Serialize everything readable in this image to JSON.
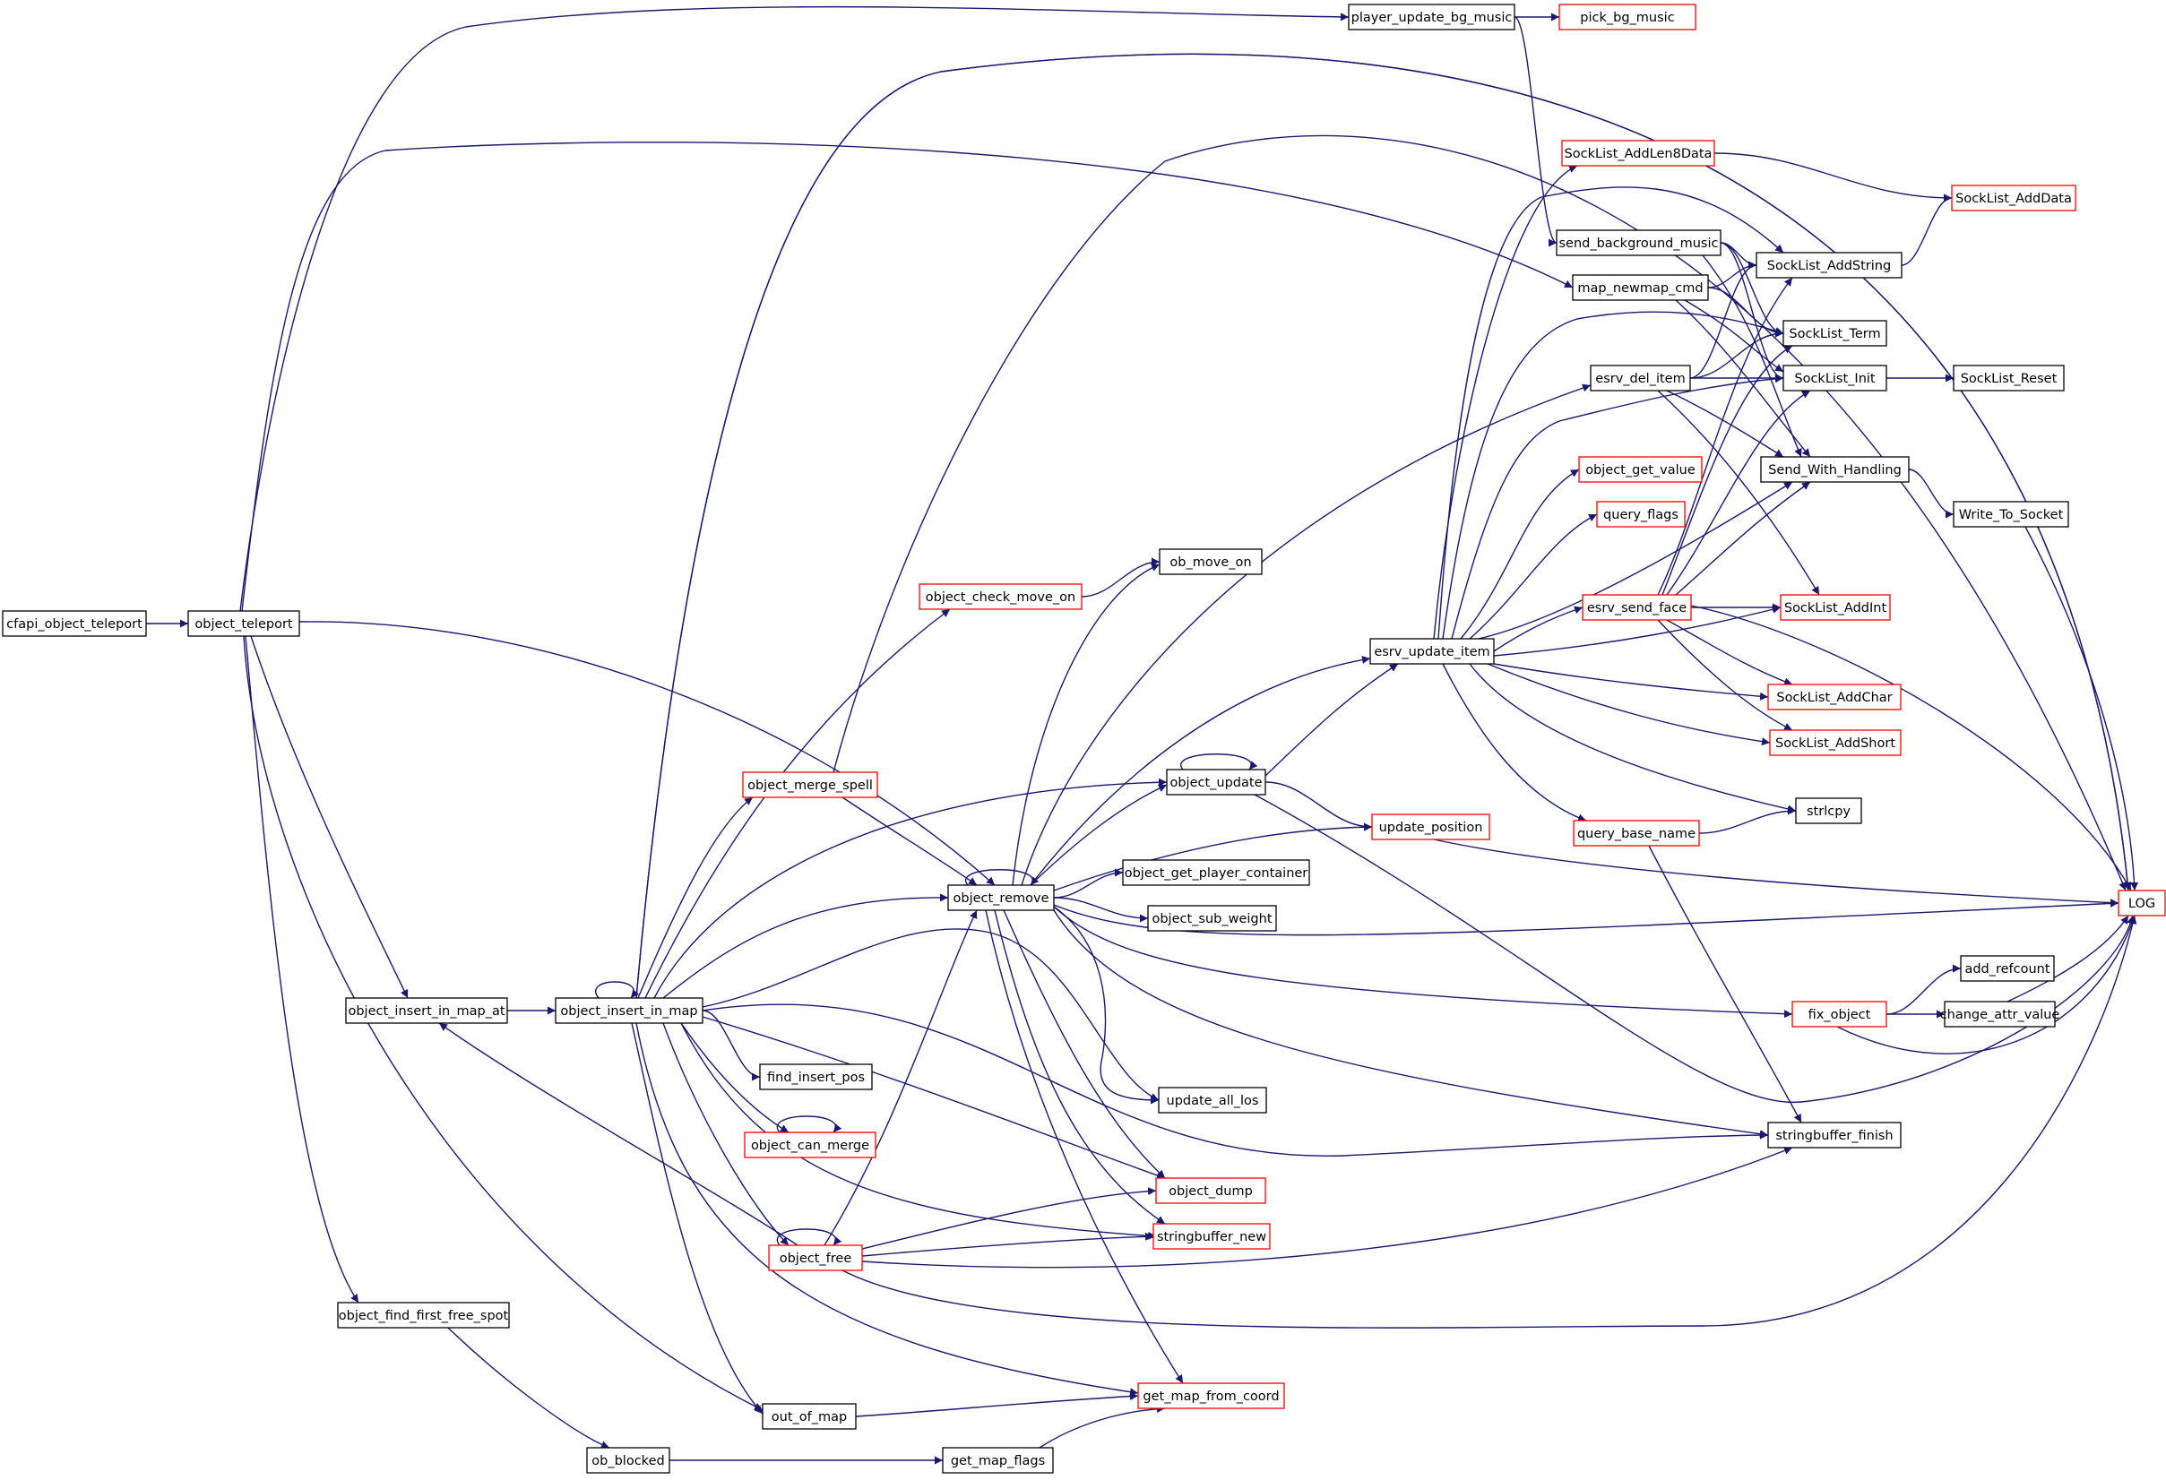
{
  "graph": {
    "colors": {
      "edge": "#191970",
      "root_fill": "#bfbfbf",
      "default_border": "#000000",
      "truncated_border": "#ff0000"
    },
    "nodes": [
      {
        "id": "n0",
        "label": "cfapi_object_teleport",
        "style": "root"
      },
      {
        "id": "n1",
        "label": "object_teleport",
        "style": "normal"
      },
      {
        "id": "n2",
        "label": "player_update_bg_music",
        "style": "normal"
      },
      {
        "id": "n3",
        "label": "pick_bg_music",
        "style": "truncated"
      },
      {
        "id": "n4",
        "label": "LOG",
        "style": "truncated"
      },
      {
        "id": "n5",
        "label": "SockList_AddLen8Data",
        "style": "truncated"
      },
      {
        "id": "n6",
        "label": "SockList_AddData",
        "style": "truncated"
      },
      {
        "id": "n7",
        "label": "send_background_music",
        "style": "normal"
      },
      {
        "id": "n8",
        "label": "SockList_AddString",
        "style": "normal"
      },
      {
        "id": "n9",
        "label": "map_newmap_cmd",
        "style": "normal"
      },
      {
        "id": "n10",
        "label": "SockList_Term",
        "style": "normal"
      },
      {
        "id": "n11",
        "label": "esrv_del_item",
        "style": "normal"
      },
      {
        "id": "n12",
        "label": "SockList_Init",
        "style": "normal"
      },
      {
        "id": "n13",
        "label": "SockList_Reset",
        "style": "normal"
      },
      {
        "id": "n14",
        "label": "object_get_value",
        "style": "truncated"
      },
      {
        "id": "n15",
        "label": "Send_With_Handling",
        "style": "normal"
      },
      {
        "id": "n16",
        "label": "query_flags",
        "style": "truncated"
      },
      {
        "id": "n17",
        "label": "Write_To_Socket",
        "style": "normal"
      },
      {
        "id": "n18",
        "label": "object_check_move_on",
        "style": "truncated"
      },
      {
        "id": "n19",
        "label": "ob_move_on",
        "style": "normal"
      },
      {
        "id": "n20",
        "label": "esrv_send_face",
        "style": "truncated"
      },
      {
        "id": "n21",
        "label": "SockList_AddInt",
        "style": "truncated"
      },
      {
        "id": "n22",
        "label": "esrv_update_item",
        "style": "normal"
      },
      {
        "id": "n23",
        "label": "SockList_AddChar",
        "style": "truncated"
      },
      {
        "id": "n24",
        "label": "SockList_AddShort",
        "style": "truncated"
      },
      {
        "id": "n25",
        "label": "object_merge_spell",
        "style": "truncated"
      },
      {
        "id": "n26",
        "label": "object_update",
        "style": "normal"
      },
      {
        "id": "n27",
        "label": "strlcpy",
        "style": "normal"
      },
      {
        "id": "n28",
        "label": "update_position",
        "style": "truncated"
      },
      {
        "id": "n29",
        "label": "query_base_name",
        "style": "truncated"
      },
      {
        "id": "n30",
        "label": "object_get_player_container",
        "style": "normal"
      },
      {
        "id": "n31",
        "label": "object_remove",
        "style": "normal"
      },
      {
        "id": "n32",
        "label": "object_sub_weight",
        "style": "normal"
      },
      {
        "id": "n33",
        "label": "add_refcount",
        "style": "normal"
      },
      {
        "id": "n34",
        "label": "object_insert_in_map_at",
        "style": "normal"
      },
      {
        "id": "n35",
        "label": "object_insert_in_map",
        "style": "normal"
      },
      {
        "id": "n36",
        "label": "fix_object",
        "style": "truncated"
      },
      {
        "id": "n37",
        "label": "change_attr_value",
        "style": "normal"
      },
      {
        "id": "n38",
        "label": "find_insert_pos",
        "style": "normal"
      },
      {
        "id": "n39",
        "label": "update_all_los",
        "style": "normal"
      },
      {
        "id": "n40",
        "label": "stringbuffer_finish",
        "style": "normal"
      },
      {
        "id": "n41",
        "label": "object_can_merge",
        "style": "truncated"
      },
      {
        "id": "n42",
        "label": "object_dump",
        "style": "truncated"
      },
      {
        "id": "n43",
        "label": "stringbuffer_new",
        "style": "truncated"
      },
      {
        "id": "n44",
        "label": "object_free",
        "style": "truncated"
      },
      {
        "id": "n45",
        "label": "object_find_first_free_spot",
        "style": "normal"
      },
      {
        "id": "n46",
        "label": "get_map_from_coord",
        "style": "truncated"
      },
      {
        "id": "n47",
        "label": "out_of_map",
        "style": "normal"
      },
      {
        "id": "n48",
        "label": "ob_blocked",
        "style": "normal"
      },
      {
        "id": "n49",
        "label": "get_map_flags",
        "style": "normal"
      }
    ],
    "edges": [
      {
        "from": "n0",
        "to": "n1"
      },
      {
        "from": "n1",
        "to": "n2"
      },
      {
        "from": "n1",
        "to": "n4"
      },
      {
        "from": "n1",
        "to": "n9"
      },
      {
        "from": "n1",
        "to": "n31"
      },
      {
        "from": "n1",
        "to": "n34"
      },
      {
        "from": "n1",
        "to": "n45"
      },
      {
        "from": "n1",
        "to": "n47"
      },
      {
        "from": "n2",
        "to": "n3"
      },
      {
        "from": "n2",
        "to": "n7"
      },
      {
        "from": "n7",
        "to": "n8"
      },
      {
        "from": "n7",
        "to": "n10"
      },
      {
        "from": "n7",
        "to": "n12"
      },
      {
        "from": "n7",
        "to": "n15"
      },
      {
        "from": "n9",
        "to": "n8"
      },
      {
        "from": "n9",
        "to": "n10"
      },
      {
        "from": "n9",
        "to": "n12"
      },
      {
        "from": "n9",
        "to": "n15"
      },
      {
        "from": "n5",
        "to": "n6"
      },
      {
        "from": "n8",
        "to": "n6"
      },
      {
        "from": "n11",
        "to": "n8"
      },
      {
        "from": "n11",
        "to": "n10"
      },
      {
        "from": "n11",
        "to": "n12"
      },
      {
        "from": "n11",
        "to": "n15"
      },
      {
        "from": "n11",
        "to": "n21"
      },
      {
        "from": "n12",
        "to": "n13"
      },
      {
        "from": "n15",
        "to": "n17"
      },
      {
        "from": "n17",
        "to": "n4"
      },
      {
        "from": "n18",
        "to": "n19"
      },
      {
        "from": "n20",
        "to": "n8"
      },
      {
        "from": "n20",
        "to": "n12"
      },
      {
        "from": "n20",
        "to": "n15"
      },
      {
        "from": "n20",
        "to": "n21"
      },
      {
        "from": "n20",
        "to": "n23"
      },
      {
        "from": "n20",
        "to": "n24"
      },
      {
        "from": "n20",
        "to": "n4"
      },
      {
        "from": "n20",
        "to": "n10"
      },
      {
        "from": "n22",
        "to": "n5"
      },
      {
        "from": "n22",
        "to": "n8"
      },
      {
        "from": "n22",
        "to": "n10"
      },
      {
        "from": "n22",
        "to": "n12"
      },
      {
        "from": "n22",
        "to": "n14"
      },
      {
        "from": "n22",
        "to": "n16"
      },
      {
        "from": "n22",
        "to": "n15"
      },
      {
        "from": "n22",
        "to": "n20"
      },
      {
        "from": "n22",
        "to": "n21"
      },
      {
        "from": "n22",
        "to": "n23"
      },
      {
        "from": "n22",
        "to": "n24"
      },
      {
        "from": "n22",
        "to": "n27"
      },
      {
        "from": "n22",
        "to": "n29"
      },
      {
        "from": "n29",
        "to": "n27"
      },
      {
        "from": "n29",
        "to": "n40"
      },
      {
        "from": "n26",
        "to": "n26"
      },
      {
        "from": "n26",
        "to": "n22"
      },
      {
        "from": "n26",
        "to": "n28"
      },
      {
        "from": "n26",
        "to": "n4"
      },
      {
        "from": "n28",
        "to": "n4"
      },
      {
        "from": "n25",
        "to": "n4"
      },
      {
        "from": "n25",
        "to": "n31"
      },
      {
        "from": "n31",
        "to": "n31"
      },
      {
        "from": "n31",
        "to": "n19"
      },
      {
        "from": "n31",
        "to": "n11"
      },
      {
        "from": "n31",
        "to": "n22"
      },
      {
        "from": "n31",
        "to": "n26"
      },
      {
        "from": "n31",
        "to": "n28"
      },
      {
        "from": "n31",
        "to": "n30"
      },
      {
        "from": "n31",
        "to": "n32"
      },
      {
        "from": "n31",
        "to": "n4"
      },
      {
        "from": "n31",
        "to": "n36"
      },
      {
        "from": "n31",
        "to": "n39"
      },
      {
        "from": "n31",
        "to": "n40"
      },
      {
        "from": "n31",
        "to": "n42"
      },
      {
        "from": "n31",
        "to": "n43"
      },
      {
        "from": "n31",
        "to": "n46"
      },
      {
        "from": "n36",
        "to": "n33"
      },
      {
        "from": "n36",
        "to": "n37"
      },
      {
        "from": "n36",
        "to": "n4"
      },
      {
        "from": "n37",
        "to": "n4"
      },
      {
        "from": "n34",
        "to": "n35"
      },
      {
        "from": "n35",
        "to": "n35"
      },
      {
        "from": "n35",
        "to": "n4"
      },
      {
        "from": "n35",
        "to": "n18"
      },
      {
        "from": "n35",
        "to": "n25"
      },
      {
        "from": "n35",
        "to": "n26"
      },
      {
        "from": "n35",
        "to": "n31"
      },
      {
        "from": "n35",
        "to": "n38"
      },
      {
        "from": "n35",
        "to": "n39"
      },
      {
        "from": "n35",
        "to": "n40"
      },
      {
        "from": "n35",
        "to": "n41"
      },
      {
        "from": "n35",
        "to": "n42"
      },
      {
        "from": "n35",
        "to": "n43"
      },
      {
        "from": "n35",
        "to": "n44"
      },
      {
        "from": "n35",
        "to": "n46"
      },
      {
        "from": "n35",
        "to": "n47"
      },
      {
        "from": "n41",
        "to": "n41"
      },
      {
        "from": "n44",
        "to": "n44"
      },
      {
        "from": "n44",
        "to": "n34"
      },
      {
        "from": "n44",
        "to": "n31"
      },
      {
        "from": "n44",
        "to": "n42"
      },
      {
        "from": "n44",
        "to": "n43"
      },
      {
        "from": "n44",
        "to": "n40"
      },
      {
        "from": "n44",
        "to": "n4"
      },
      {
        "from": "n45",
        "to": "n48"
      },
      {
        "from": "n48",
        "to": "n49"
      },
      {
        "from": "n49",
        "to": "n46"
      },
      {
        "from": "n47",
        "to": "n46"
      }
    ]
  }
}
